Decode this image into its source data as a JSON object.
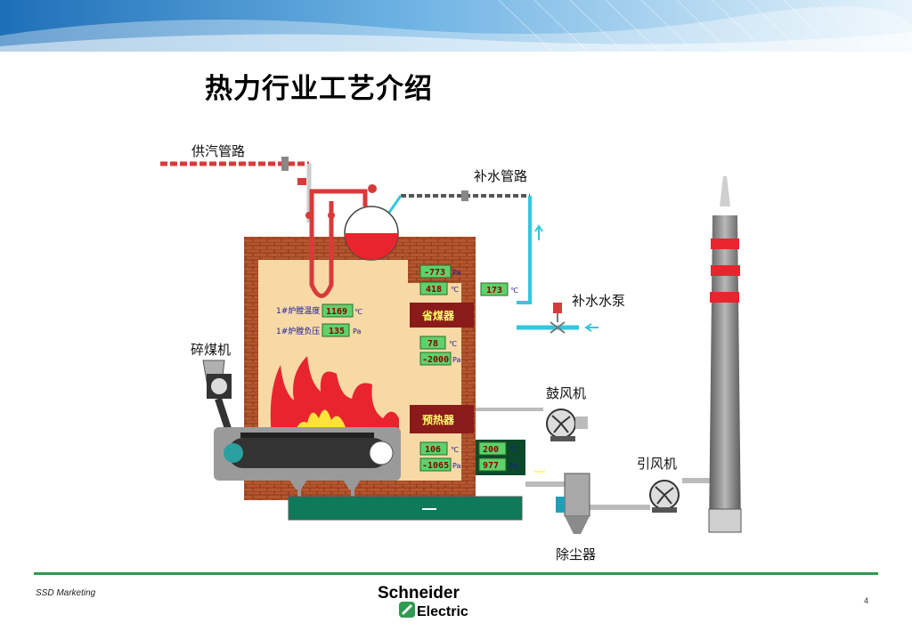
{
  "slide": {
    "title": "热力行业工艺介绍",
    "footer_left": "SSD Marketing",
    "page_number": "4",
    "logo_line1": "Schneider",
    "logo_line2": "Electric"
  },
  "labels": {
    "steam_pipe": "供汽管路",
    "makeup_pipe": "补水管路",
    "makeup_pump": "补水水泵",
    "coal_crusher": "碎煤机",
    "blower": "鼓风机",
    "induced_fan": "引风机",
    "dust_collector": "除尘器",
    "economizer": "省煤器",
    "preheater": "预热器",
    "furnace_temp_label": "1#炉膛温度",
    "furnace_pressure_label": "1#炉膛负压"
  },
  "readings": {
    "furnace_temp": "1169",
    "furnace_temp_unit": "℃",
    "furnace_pressure": "135",
    "furnace_pressure_unit": "Pa",
    "econ_in_pressure": "-773",
    "econ_in_pressure_unit": "Pa",
    "econ_in_temp": "418",
    "econ_in_temp_unit": "℃",
    "feedwater_temp": "173",
    "feedwater_temp_unit": "℃",
    "econ_out_temp": "78",
    "econ_out_temp_unit": "℃",
    "econ_out_pressure": "-2000",
    "econ_out_pressure_unit": "Pa",
    "pre_out_temp": "106",
    "pre_out_temp_unit": "℃",
    "pre_out_pressure": "-1065",
    "pre_out_pressure_unit": "Pa",
    "air_temp": "200",
    "air_temp_unit": "℃",
    "air_pressure": "977",
    "air_pressure_unit": "Pa"
  },
  "colors": {
    "brick": "#b5562e",
    "furnace_inner": "#f7d9a6",
    "block_dark": "#8b1a1a",
    "readout_bg": "#5fd16a",
    "pipe_cyan": "#33c6e0",
    "pipe_red": "#d83a3a",
    "chimney": "#8a8a8a",
    "footer_green": "#2f9a52"
  }
}
